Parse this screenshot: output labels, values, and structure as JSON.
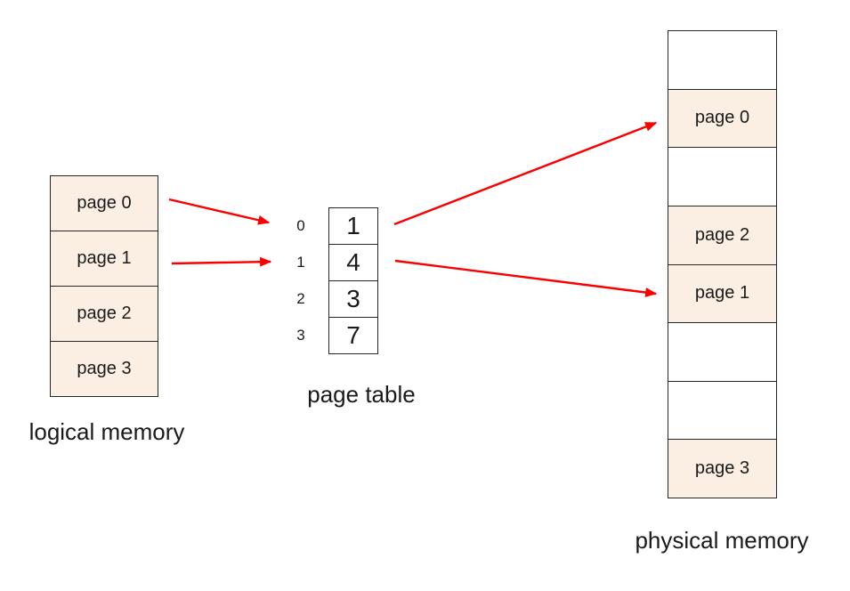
{
  "logical_memory": {
    "label": "logical memory",
    "cells": [
      "page 0",
      "page 1",
      "page 2",
      "page 3"
    ]
  },
  "page_table": {
    "label": "page table",
    "indices": [
      "0",
      "1",
      "2",
      "3"
    ],
    "values": [
      "1",
      "4",
      "3",
      "7"
    ]
  },
  "physical_memory": {
    "label": "physical memory",
    "cells": [
      "",
      "page 0",
      "",
      "page 2",
      "page 1",
      "",
      "",
      "page 3"
    ]
  },
  "arrows": [
    {
      "from": "logical page 0",
      "to": "page table row 0"
    },
    {
      "from": "logical page 1",
      "to": "page table row 1"
    },
    {
      "from": "page table row 0 (value 1)",
      "to": "physical frame holding page 0"
    },
    {
      "from": "page table row 1 (value 4)",
      "to": "physical frame holding page 1"
    }
  ],
  "colors": {
    "page_fill": "#fbeee2",
    "arrow_red": "#fb0000",
    "border": "#262626"
  }
}
